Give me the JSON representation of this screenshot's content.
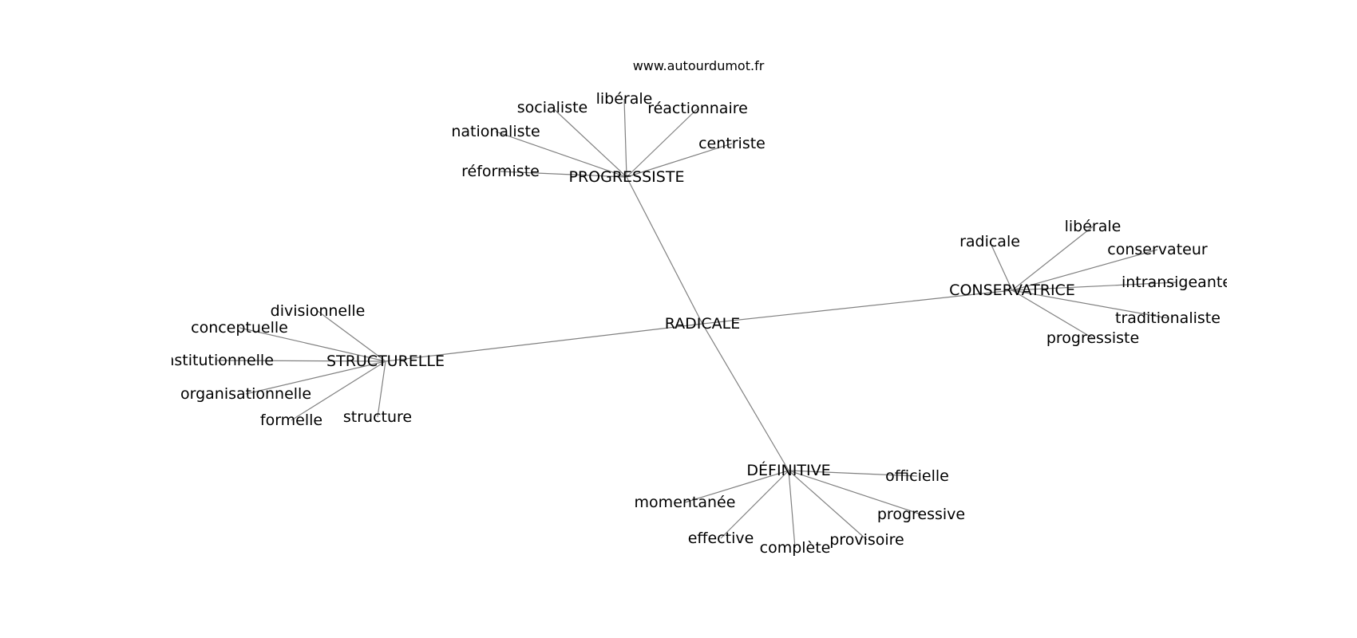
{
  "site": "www.autourdumot.fr",
  "center": "RADICALE",
  "hubs": [
    {
      "label": "PROGRESSISTE",
      "leaves": [
        "libérale",
        "réactionnaire",
        "socialiste",
        "nationaliste",
        "centriste",
        "réformiste"
      ]
    },
    {
      "label": "CONSERVATRICE",
      "leaves": [
        "radicale",
        "libérale",
        "conservateur",
        "intransigeante",
        "traditionaliste",
        "progressiste"
      ]
    },
    {
      "label": "STRUCTURELLE",
      "leaves": [
        "divisionnelle",
        "conceptuelle",
        "institutionnelle",
        "organisationnelle",
        "formelle",
        "structure"
      ]
    },
    {
      "label": "DÉFINITIVE",
      "leaves": [
        "officielle",
        "momentanée",
        "progressive",
        "effective",
        "complète",
        "provisoire"
      ]
    }
  ]
}
